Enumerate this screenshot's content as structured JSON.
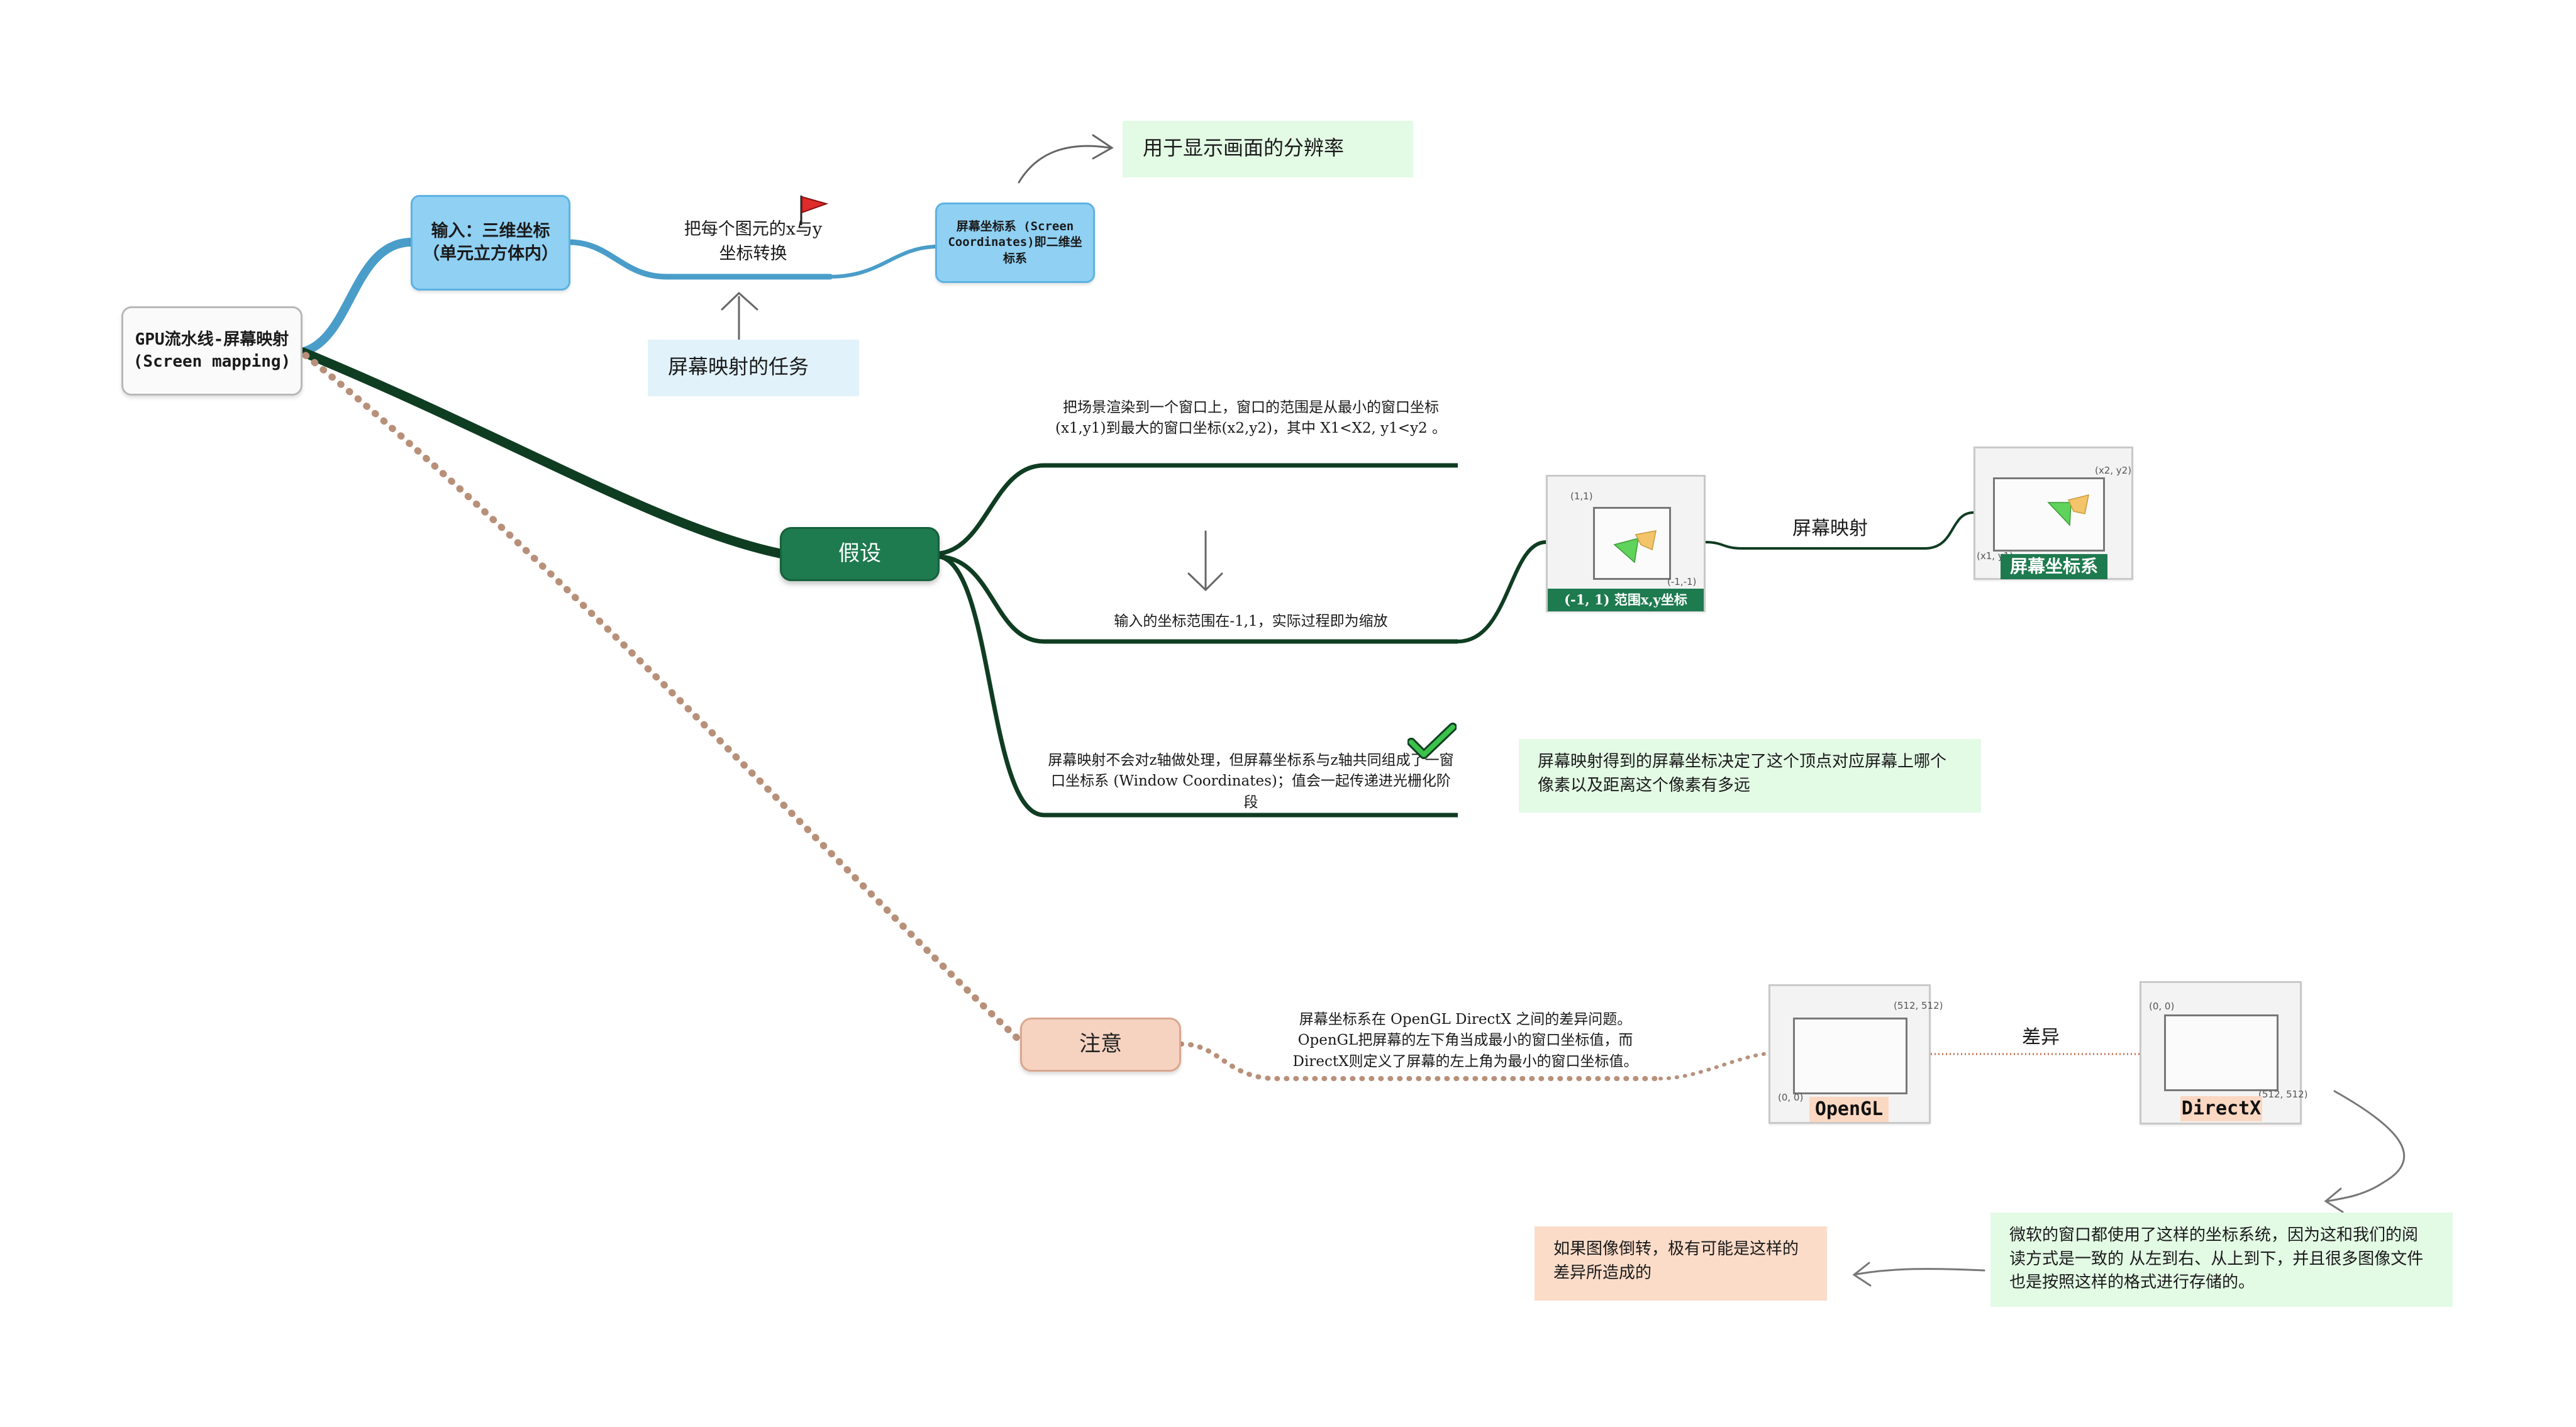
{
  "root": {
    "title_line1": "GPU流水线-屏幕映射",
    "title_line2": "(Screen mapping)"
  },
  "top_branch": {
    "input_node": "输入：三维坐标（单元立方体内）",
    "transform_label": "把每个图元的x与y 坐标转换",
    "output_node": "屏幕坐标系 (Screen Coordinates)即二维坐标系",
    "resolution_note": "用于显示画面的分辨率",
    "task_note": "屏幕映射的任务"
  },
  "assume_branch": {
    "label": "假设",
    "item1": "把场景渲染到一个窗口上，窗口的范围是从最小的窗口坐标(x1,y1)到最大的窗口坐标(x2,y2)，其中 X1<X2, y1<y2 。",
    "item2": "输入的坐标范围在-1,1，实际过程即为缩放",
    "item3": "屏幕映射不会对z轴做处理，但屏幕坐标系与z轴共同组成了一窗口坐标系 (Window Coordinates)；值会一起传递进光栅化阶段",
    "ndc_caption": "(-1, 1) 范围x,y坐标",
    "ndc_tl": "(1,1)",
    "ndc_br": "(-1,-1)",
    "mapping_label": "屏幕映射",
    "screen_caption": "屏幕坐标系",
    "screen_tr": "(x2, y2)",
    "screen_bl": "(x1, y1)",
    "z_note": "屏幕映射得到的屏幕坐标决定了这个顶点对应屏幕上哪个像素以及距离这个像素有多远"
  },
  "note_branch": {
    "label": "注意",
    "diff_text_line1": "屏幕坐标系在 OpenGL DirectX 之间的差异问题。",
    "diff_text_line2": "OpenGL把屏幕的左下角当成最小的窗口坐标值，而",
    "diff_text_line3": "DirectX则定义了屏幕的左上角为最小的窗口坐标值。",
    "opengl_caption": "OpenGL",
    "opengl_tr": "(512, 512)",
    "opengl_bl": "(0, 0)",
    "diff_label": "差异",
    "directx_caption": "DirectX",
    "directx_tl": "(0, 0)",
    "directx_br": "(512, 512)",
    "microsoft_note": "微软的窗口都使用了这样的坐标系统，因为这和我们的阅读方式是一致的 从左到右、从上到下，并且很多图像文件也是按照这样的格式进行存储的。",
    "flip_note": "如果图像倒转，极有可能是这样的差异所造成的"
  },
  "colors": {
    "blue_branch": "#4a9dc9",
    "green_branch": "#0f3d22",
    "dotted_branch": "#b8907a",
    "node_green": "#1e7a4f",
    "node_blue": "#8fd0f3",
    "node_peach": "#f6d3c1"
  }
}
